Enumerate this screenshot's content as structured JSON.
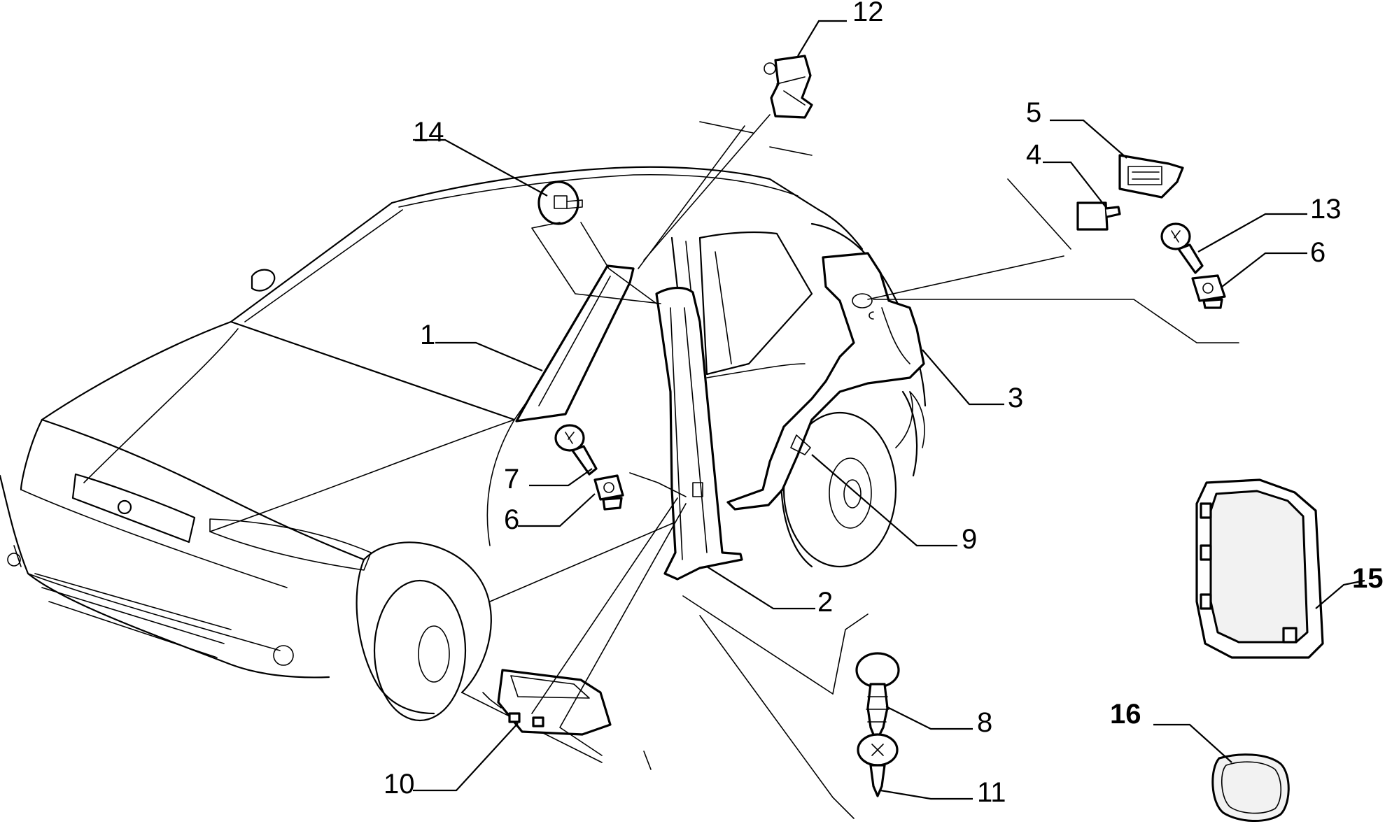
{
  "callouts": {
    "c1": "1",
    "c2": "2",
    "c3": "3",
    "c4": "4",
    "c5": "5",
    "c6a": "6",
    "c6b": "6",
    "c7": "7",
    "c8": "8",
    "c9": "9",
    "c10": "10",
    "c11": "11",
    "c12": "12",
    "c13": "13",
    "c14": "14",
    "c15": "15",
    "c16": "16"
  }
}
